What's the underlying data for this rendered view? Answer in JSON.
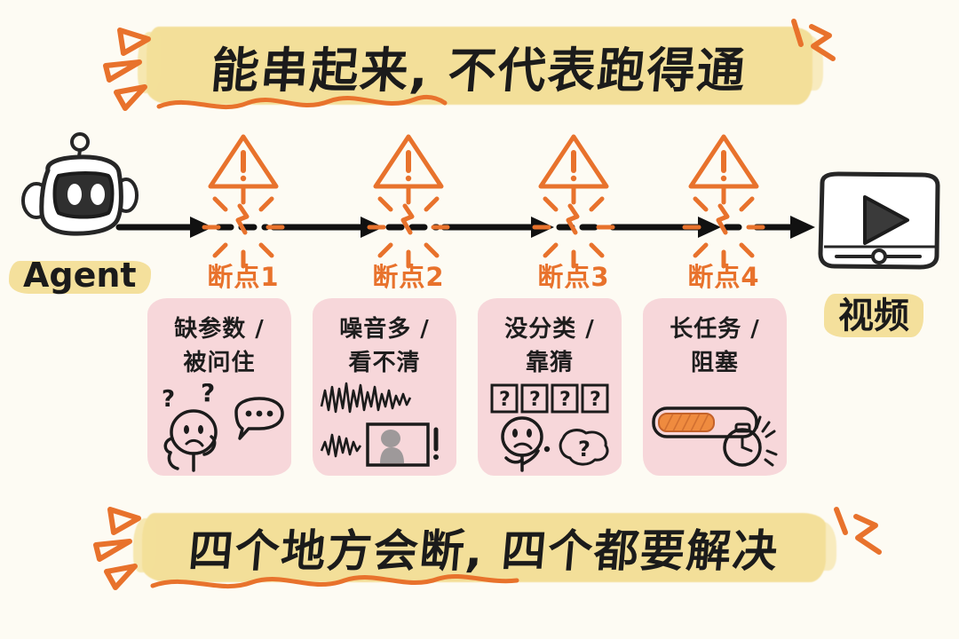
{
  "meta": {
    "bg_color": "#fdfbf3",
    "accent_orange": "#e8722c",
    "highlight_yellow": "#f3dd92",
    "card_pink": "#f7d7da",
    "ink_black": "#1b1b1b"
  },
  "title_banner": {
    "text": "能串起来, 不代表跑得通"
  },
  "footer_banner": {
    "text": "四个地方会断, 四个都要解决"
  },
  "flow": {
    "start": {
      "label": "Agent",
      "icon": "robot-icon"
    },
    "end": {
      "label": "视频",
      "icon": "video-player-icon"
    },
    "breaks": [
      {
        "label": "断点1",
        "icon": "warning-triangle-icon"
      },
      {
        "label": "断点2",
        "icon": "warning-triangle-icon"
      },
      {
        "label": "断点3",
        "icon": "warning-triangle-icon"
      },
      {
        "label": "断点4",
        "icon": "warning-triangle-icon"
      }
    ]
  },
  "cards": [
    {
      "line1": "缺参数 /",
      "line2": "被问住",
      "sketch": "confused-person-speech-bubble"
    },
    {
      "line1": "噪音多 /",
      "line2": "看不清",
      "sketch": "noisy-waveform-blurry-screen"
    },
    {
      "line1": "没分类 /",
      "line2": "靠猜",
      "sketch": "question-boxes-thinking-person",
      "boxes": [
        "?",
        "?",
        "?",
        "?"
      ]
    },
    {
      "line1": "长任务 /",
      "line2": "阻塞",
      "sketch": "progress-bar-stopwatch",
      "progress_percent": 55
    }
  ]
}
